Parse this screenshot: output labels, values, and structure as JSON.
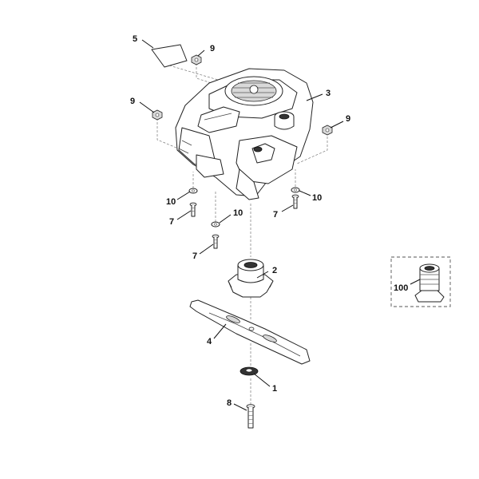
{
  "callouts": {
    "c1": "1",
    "c2": "2",
    "c3": "3",
    "c4": "4",
    "c5": "5",
    "c7a": "7",
    "c7b": "7",
    "c7c": "7",
    "c8": "8",
    "c9a": "9",
    "c9b": "9",
    "c9c": "9",
    "c10a": "10",
    "c10b": "10",
    "c10c": "10",
    "c100": "100"
  }
}
